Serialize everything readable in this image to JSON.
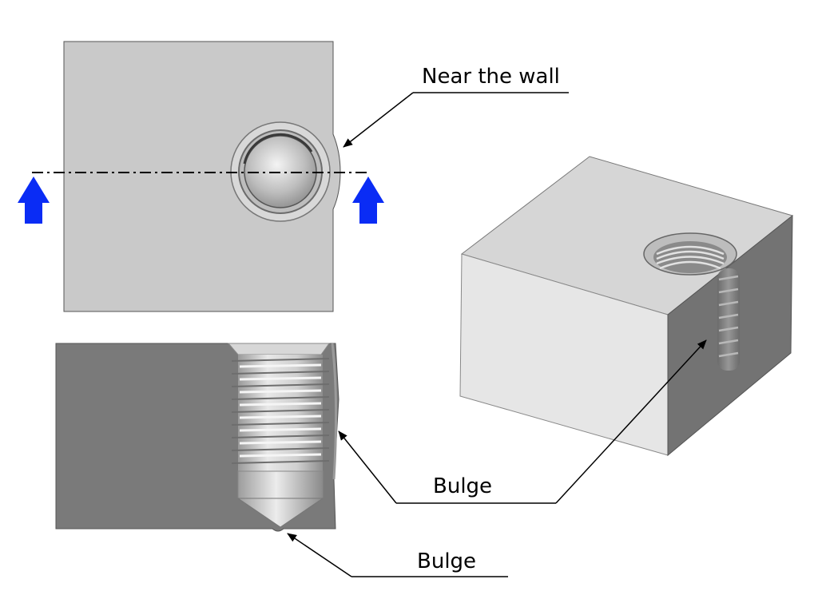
{
  "labels": {
    "near_wall": "Near the wall",
    "bulge_side": "Bulge",
    "bulge_bottom": "Bulge"
  },
  "colors": {
    "top_face": "#c9c9c9",
    "section_face": "#7a7a7a",
    "iso_top": "#d6d6d6",
    "iso_front": "#e6e6e6",
    "iso_right": "#737373",
    "arrow": "#0a2cf5",
    "leader": "#000000"
  }
}
